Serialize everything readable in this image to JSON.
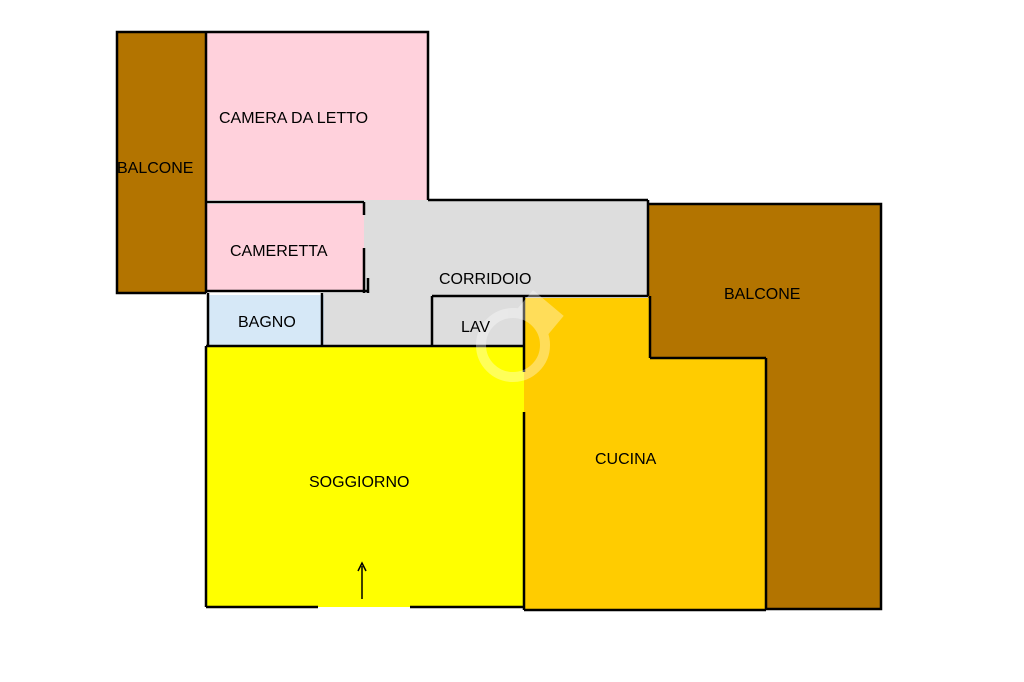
{
  "floor_plan": {
    "colors": {
      "balcone": "#B37400",
      "camera": "#FFD1DC",
      "corridoio": "#DDDDDD",
      "bagno": "#D6E8F7",
      "soggiorno": "#FFFF00",
      "cucina": "#FFCC00",
      "wall": "#000000"
    },
    "rooms": {
      "balcone_left": "BALCONE",
      "camera_da_letto": "CAMERA DA LETTO",
      "cameretta": "CAMERETTA",
      "corridoio": "CORRIDOIO",
      "bagno": "BAGNO",
      "lav": "LAV",
      "balcone_right": "BALCONE",
      "soggiorno": "SOGGIORNO",
      "cucina": "CUCINA"
    },
    "entrance_icon": "up-arrow-icon"
  }
}
